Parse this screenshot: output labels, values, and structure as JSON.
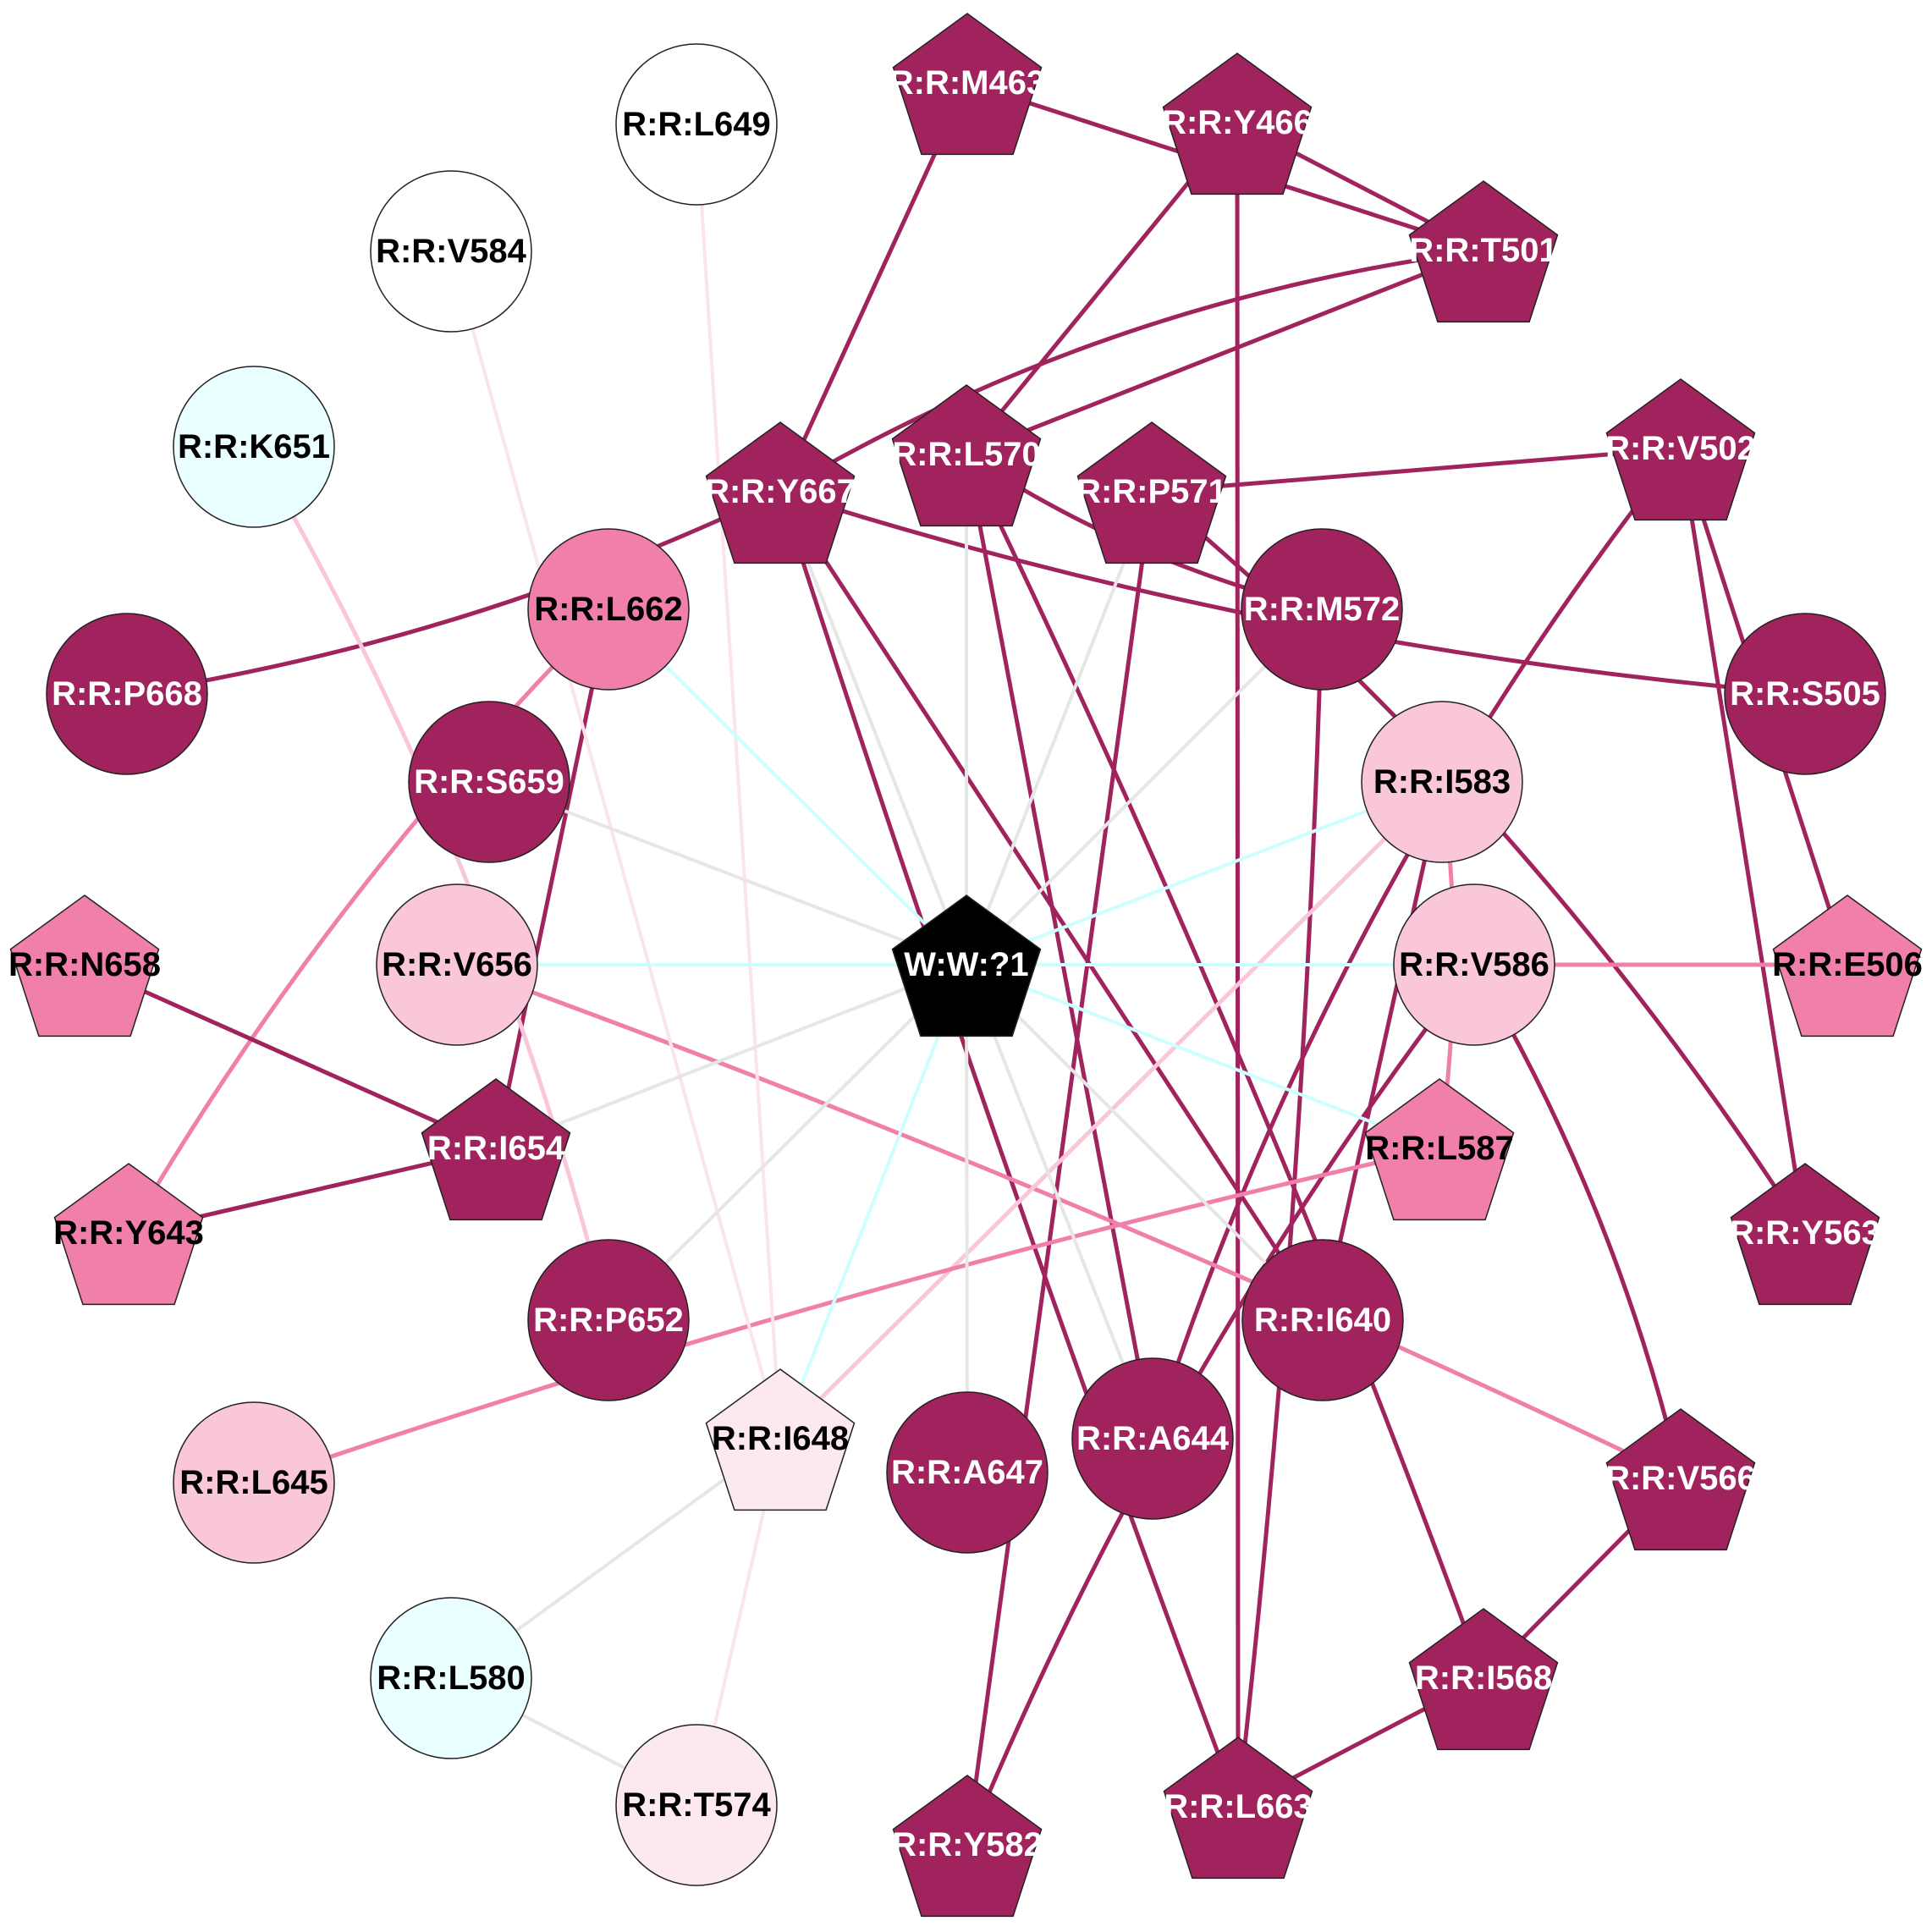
{
  "graph": {
    "colors": {
      "dark": "#a0235d",
      "medium": "#f07faa",
      "light": "#f9c6da",
      "pale": "#fbe8f0",
      "cyan": "#eaffff",
      "white": "#ffffff",
      "black": "#000000",
      "edge_gray": "#e6e6e6",
      "edge_cyan": "#ccffff",
      "edge_pale": "#fce4ec"
    },
    "nodes": [
      {
        "id": "R:R:M463",
        "shape": "pentagon",
        "color": "dark"
      },
      {
        "id": "R:R:Y466",
        "shape": "pentagon",
        "color": "dark"
      },
      {
        "id": "R:R:L649",
        "shape": "circle",
        "color": "white"
      },
      {
        "id": "R:R:T501",
        "shape": "pentagon",
        "color": "dark"
      },
      {
        "id": "R:R:V584",
        "shape": "circle",
        "color": "white"
      },
      {
        "id": "R:R:K651",
        "shape": "circle",
        "color": "cyan"
      },
      {
        "id": "R:R:L570",
        "shape": "pentagon",
        "color": "dark"
      },
      {
        "id": "R:R:P571",
        "shape": "pentagon",
        "color": "dark"
      },
      {
        "id": "R:R:V502",
        "shape": "pentagon",
        "color": "dark"
      },
      {
        "id": "R:R:Y667",
        "shape": "pentagon",
        "color": "dark"
      },
      {
        "id": "R:R:L662",
        "shape": "circle",
        "color": "medium"
      },
      {
        "id": "R:R:M572",
        "shape": "circle",
        "color": "dark"
      },
      {
        "id": "R:R:P668",
        "shape": "circle",
        "color": "dark"
      },
      {
        "id": "R:R:S505",
        "shape": "circle",
        "color": "dark"
      },
      {
        "id": "R:R:S659",
        "shape": "circle",
        "color": "dark"
      },
      {
        "id": "R:R:I583",
        "shape": "circle",
        "color": "light"
      },
      {
        "id": "R:R:N658",
        "shape": "pentagon",
        "color": "medium"
      },
      {
        "id": "R:R:V656",
        "shape": "circle",
        "color": "light"
      },
      {
        "id": "W:W:?1",
        "shape": "pentagon",
        "color": "black"
      },
      {
        "id": "R:R:V586",
        "shape": "circle",
        "color": "light"
      },
      {
        "id": "R:R:E506",
        "shape": "pentagon",
        "color": "medium"
      },
      {
        "id": "R:R:I654",
        "shape": "pentagon",
        "color": "dark"
      },
      {
        "id": "R:R:L587",
        "shape": "pentagon",
        "color": "medium"
      },
      {
        "id": "R:R:Y643",
        "shape": "pentagon",
        "color": "medium"
      },
      {
        "id": "R:R:Y563",
        "shape": "pentagon",
        "color": "dark"
      },
      {
        "id": "R:R:P652",
        "shape": "circle",
        "color": "dark"
      },
      {
        "id": "R:R:I640",
        "shape": "circle",
        "color": "dark"
      },
      {
        "id": "R:R:I648",
        "shape": "pentagon",
        "color": "pale"
      },
      {
        "id": "R:R:A644",
        "shape": "circle",
        "color": "dark"
      },
      {
        "id": "R:R:A647",
        "shape": "circle",
        "color": "dark"
      },
      {
        "id": "R:R:L645",
        "shape": "circle",
        "color": "light"
      },
      {
        "id": "R:R:V566",
        "shape": "pentagon",
        "color": "dark"
      },
      {
        "id": "R:R:L580",
        "shape": "circle",
        "color": "cyan"
      },
      {
        "id": "R:R:I568",
        "shape": "pentagon",
        "color": "dark"
      },
      {
        "id": "R:R:T574",
        "shape": "circle",
        "color": "pale"
      },
      {
        "id": "R:R:L663",
        "shape": "pentagon",
        "color": "dark"
      },
      {
        "id": "R:R:Y582",
        "shape": "pentagon",
        "color": "dark"
      }
    ],
    "edges": [
      {
        "s": "R:R:M463",
        "t": "R:R:T501",
        "c": "dark"
      },
      {
        "s": "R:R:M463",
        "t": "R:R:Y667",
        "c": "dark"
      },
      {
        "s": "R:R:Y466",
        "t": "R:R:T501",
        "c": "dark"
      },
      {
        "s": "R:R:Y466",
        "t": "R:R:L570",
        "c": "dark"
      },
      {
        "s": "R:R:Y466",
        "t": "R:R:L663",
        "c": "dark"
      },
      {
        "s": "R:R:T501",
        "t": "R:R:Y667",
        "c": "dark"
      },
      {
        "s": "R:R:T501",
        "t": "R:R:L570",
        "c": "dark"
      },
      {
        "s": "R:R:Y667",
        "t": "R:R:P668",
        "c": "dark"
      },
      {
        "s": "R:R:Y667",
        "t": "R:R:S505",
        "c": "dark"
      },
      {
        "s": "R:R:Y667",
        "t": "R:R:I640",
        "c": "dark"
      },
      {
        "s": "R:R:Y667",
        "t": "R:R:L663",
        "c": "dark"
      },
      {
        "s": "R:R:L570",
        "t": "R:R:M572",
        "c": "dark"
      },
      {
        "s": "R:R:L570",
        "t": "R:R:A644",
        "c": "dark"
      },
      {
        "s": "R:R:L570",
        "t": "R:R:I568",
        "c": "dark"
      },
      {
        "s": "R:R:P571",
        "t": "R:R:V502",
        "c": "dark"
      },
      {
        "s": "R:R:P571",
        "t": "R:R:Y582",
        "c": "dark"
      },
      {
        "s": "R:R:P571",
        "t": "R:R:Y563",
        "c": "dark"
      },
      {
        "s": "R:R:V502",
        "t": "R:R:E506",
        "c": "dark"
      },
      {
        "s": "R:R:V502",
        "t": "R:R:Y563",
        "c": "dark"
      },
      {
        "s": "R:R:V502",
        "t": "R:R:A644",
        "c": "dark"
      },
      {
        "s": "R:R:M572",
        "t": "R:R:L663",
        "c": "dark"
      },
      {
        "s": "R:R:L662",
        "t": "R:R:I654",
        "c": "dark"
      },
      {
        "s": "R:R:L662",
        "t": "R:R:Y643",
        "c": "medium"
      },
      {
        "s": "R:R:N658",
        "t": "R:R:I654",
        "c": "dark"
      },
      {
        "s": "R:R:I654",
        "t": "R:R:Y643",
        "c": "dark"
      },
      {
        "s": "R:R:V656",
        "t": "R:R:V566",
        "c": "medium"
      },
      {
        "s": "R:R:V586",
        "t": "R:R:E506",
        "c": "medium"
      },
      {
        "s": "R:R:V586",
        "t": "R:R:V566",
        "c": "dark"
      },
      {
        "s": "R:R:V586",
        "t": "R:R:Y582",
        "c": "dark"
      },
      {
        "s": "R:R:I583",
        "t": "R:R:L587",
        "c": "medium"
      },
      {
        "s": "R:R:I583",
        "t": "R:R:I640",
        "c": "dark"
      },
      {
        "s": "R:R:I583",
        "t": "R:R:I648",
        "c": "light"
      },
      {
        "s": "R:R:L587",
        "t": "R:R:L645",
        "c": "medium"
      },
      {
        "s": "R:R:V566",
        "t": "R:R:I568",
        "c": "dark"
      },
      {
        "s": "R:R:I568",
        "t": "R:R:L663",
        "c": "dark"
      },
      {
        "s": "R:R:K651",
        "t": "R:R:P652",
        "c": "light"
      },
      {
        "s": "R:R:V584",
        "t": "R:R:I648",
        "c": "edge_pale"
      },
      {
        "s": "R:R:L649",
        "t": "R:R:I648",
        "c": "edge_pale"
      },
      {
        "s": "R:R:I648",
        "t": "R:R:T574",
        "c": "edge_pale"
      },
      {
        "s": "R:R:I648",
        "t": "R:R:L580",
        "c": "edge_gray"
      },
      {
        "s": "R:R:L580",
        "t": "R:R:T574",
        "c": "edge_gray"
      },
      {
        "s": "W:W:?1",
        "t": "R:R:L570",
        "c": "edge_gray"
      },
      {
        "s": "W:W:?1",
        "t": "R:R:P571",
        "c": "edge_gray"
      },
      {
        "s": "W:W:?1",
        "t": "R:R:Y667",
        "c": "edge_gray"
      },
      {
        "s": "W:W:?1",
        "t": "R:R:L662",
        "c": "edge_cyan"
      },
      {
        "s": "W:W:?1",
        "t": "R:R:M572",
        "c": "edge_gray"
      },
      {
        "s": "W:W:?1",
        "t": "R:R:S659",
        "c": "edge_gray"
      },
      {
        "s": "W:W:?1",
        "t": "R:R:I583",
        "c": "edge_cyan"
      },
      {
        "s": "W:W:?1",
        "t": "R:R:V656",
        "c": "edge_cyan"
      },
      {
        "s": "W:W:?1",
        "t": "R:R:V586",
        "c": "edge_cyan"
      },
      {
        "s": "W:W:?1",
        "t": "R:R:I654",
        "c": "edge_gray"
      },
      {
        "s": "W:W:?1",
        "t": "R:R:L587",
        "c": "edge_cyan"
      },
      {
        "s": "W:W:?1",
        "t": "R:R:P652",
        "c": "edge_gray"
      },
      {
        "s": "W:W:?1",
        "t": "R:R:I640",
        "c": "edge_gray"
      },
      {
        "s": "W:W:?1",
        "t": "R:R:I648",
        "c": "edge_cyan"
      },
      {
        "s": "W:W:?1",
        "t": "R:R:A644",
        "c": "edge_gray"
      },
      {
        "s": "W:W:?1",
        "t": "R:R:A647",
        "c": "edge_gray"
      }
    ]
  }
}
